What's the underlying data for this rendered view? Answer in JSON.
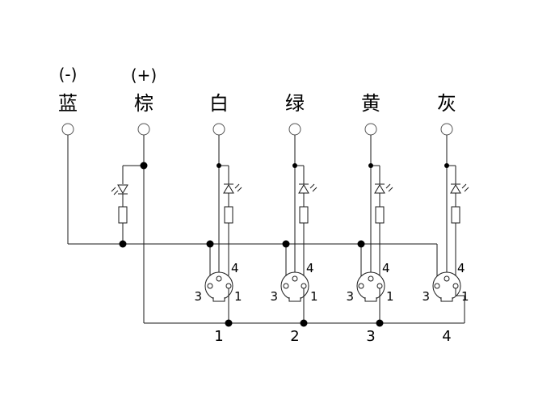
{
  "signs": [
    {
      "id": "blue",
      "text": "(-)"
    },
    {
      "id": "brown",
      "text": "(+)"
    }
  ],
  "wires": [
    {
      "id": "blue",
      "label": "蓝"
    },
    {
      "id": "brown",
      "label": "棕"
    },
    {
      "id": "white",
      "label": "白"
    },
    {
      "id": "green",
      "label": "绿"
    },
    {
      "id": "yellow",
      "label": "黄"
    },
    {
      "id": "gray",
      "label": "灰"
    }
  ],
  "ports": [
    {
      "number": "1",
      "pins": [
        "4",
        "3",
        "1"
      ]
    },
    {
      "number": "2",
      "pins": [
        "4",
        "3",
        "1"
      ]
    },
    {
      "number": "3",
      "pins": [
        "4",
        "3",
        "1"
      ]
    },
    {
      "number": "4",
      "pins": [
        "4",
        "3",
        "1"
      ]
    }
  ]
}
